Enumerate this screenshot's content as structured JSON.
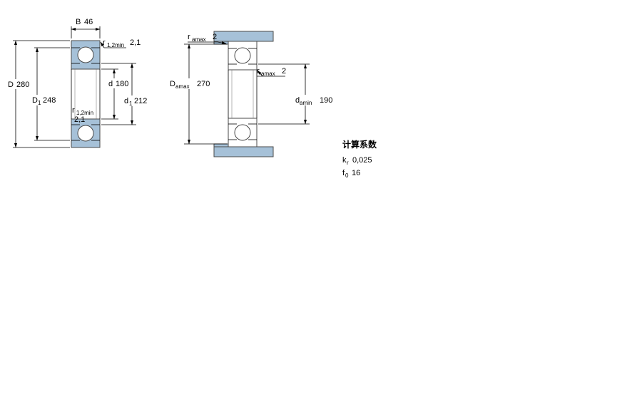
{
  "drawing_title": "bearing-dimension-drawing",
  "colors": {
    "section_fill": "#A6C1D8",
    "outline": "#4a4a4a",
    "dimension_line": "#000000"
  },
  "left_view": {
    "b": {
      "sym": "B",
      "value": "46"
    },
    "r_top": {
      "sym": "r",
      "sub": "1,2min",
      "value": "2,1"
    },
    "D": {
      "sym": "D",
      "value": "280"
    },
    "D1": {
      "sym": "D",
      "sub": "1",
      "value": "248"
    },
    "d": {
      "sym": "d",
      "value": "180"
    },
    "d1": {
      "sym": "d",
      "sub": "1",
      "value": "212"
    },
    "r_inner": {
      "sym": "r",
      "sub": "1,2min",
      "value": "2,1"
    }
  },
  "right_view": {
    "ra_top": {
      "sym": "r",
      "sub": "amax",
      "value": "2"
    },
    "Da": {
      "sym": "D",
      "sub": "amax",
      "value": "270"
    },
    "ra_mid": {
      "sym": "r",
      "sub": "amax",
      "value": "2"
    },
    "da": {
      "sym": "d",
      "sub": "amin",
      "value": "190"
    }
  },
  "calculation_factors": {
    "heading": "计算系数",
    "rows": [
      {
        "sym": "k",
        "sub": "r",
        "value": "0,025"
      },
      {
        "sym": "f",
        "sub": "0",
        "value": "16"
      }
    ]
  }
}
